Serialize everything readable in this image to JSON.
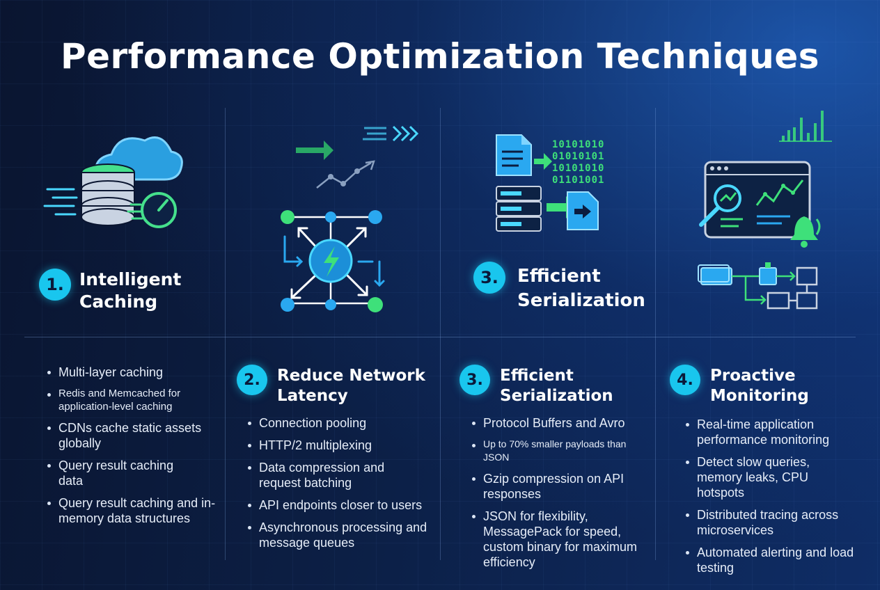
{
  "title": "Performance Optimization Techniques",
  "top_headings": [
    {
      "number": "1.",
      "title_line1": "Intelligent",
      "title_line2": "Caching"
    },
    {
      "number": "3.",
      "title_line1": "Efficient",
      "title_line2": "Serialization"
    }
  ],
  "serialization_binary": [
    "10101010",
    "01010101",
    "10101010",
    "01101001"
  ],
  "columns": [
    {
      "number": "1.",
      "title_line1": "Intelligent",
      "title_line2": "Caching",
      "bullets": [
        "Multi-layer caching",
        "Redis and Memcached for application-level caching",
        "CDNs cache static assets globally",
        "Query result caching data",
        "Query result caching and in-memory data structures"
      ]
    },
    {
      "number": "2.",
      "title_line1": "Reduce Network",
      "title_line2": "Latency",
      "bullets": [
        "Connection pooling",
        "HTTP/2 multiplexing",
        "Data compression and request batching",
        "API endpoints closer to users",
        "Asynchronous processing and message queues"
      ]
    },
    {
      "number": "3.",
      "title_line1": "Efficient",
      "title_line2": "Serialization",
      "bullets": [
        "Protocol Buffers and Avro",
        "Up to 70% smaller payloads than JSON",
        "Gzip compression on API responses",
        "JSON for flexibility, MessagePack for speed, custom binary for maximum efficiency"
      ]
    },
    {
      "number": "4.",
      "title_line1": "Proactive",
      "title_line2": "Monitoring",
      "bullets": [
        "Real-time application performance monitoring",
        "Detect slow queries, memory leaks, CPU hotspots",
        "Distributed tracing across microservices",
        "Automated alerting and load testing"
      ]
    }
  ],
  "colors": {
    "accent_cyan": "#19c6ee",
    "accent_green": "#3ee07a",
    "accent_blue": "#2aa8f0"
  }
}
